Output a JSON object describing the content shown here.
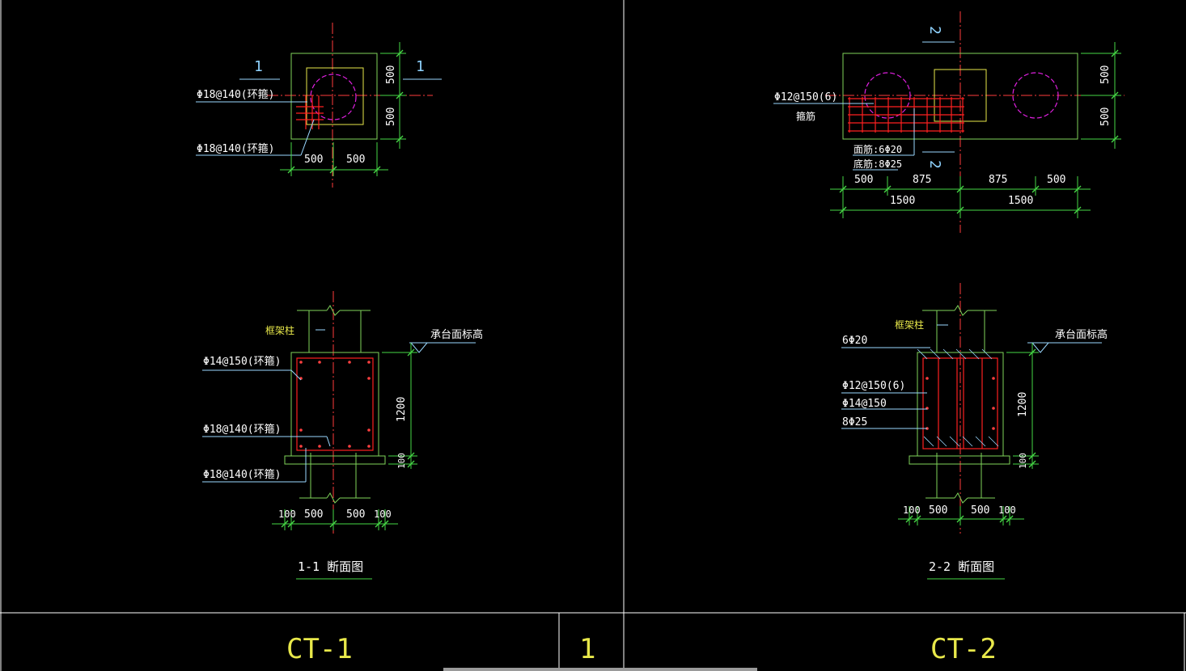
{
  "left_drawing": {
    "plan": {
      "section_mark_left": "1",
      "section_mark_right": "1",
      "rebar_label_1": "Φ18@140(环箍)",
      "rebar_label_2": "Φ18@140(环箍)",
      "dim_x_left": "500",
      "dim_x_right": "500",
      "dim_y_top": "500",
      "dim_y_bottom": "500"
    },
    "section": {
      "column_label": "框架柱",
      "elevation_label": "承台面标高",
      "rebar_label_1": "Φ14@150(环箍)",
      "rebar_label_2": "Φ18@140(环箍)",
      "rebar_label_3": "Φ18@140(环箍)",
      "dim_height": "1200",
      "dim_cushion": "100",
      "dim_bottom": [
        "100",
        "500",
        "500",
        "100"
      ],
      "title": "1-1 断面图"
    }
  },
  "right_drawing": {
    "plan": {
      "section_mark_top": "2",
      "section_mark_bottom": "2",
      "rebar_label_1": "Φ12@150(6)",
      "rebar_label_1b": "箍筋",
      "top_bars": "面筋:6Φ20",
      "bottom_bars": "底筋:8Φ25",
      "dim_row1": [
        "500",
        "875",
        "875",
        "500"
      ],
      "dim_row2": [
        "1500",
        "1500"
      ],
      "dim_y_top": "500",
      "dim_y_bottom": "500"
    },
    "section": {
      "column_label": "框架柱",
      "elevation_label": "承台面标高",
      "label_1": "6Φ20",
      "label_2": "Φ12@150(6)",
      "label_3": "Φ14@150",
      "label_4": "8Φ25",
      "dim_height": "1200",
      "dim_cushion": "100",
      "dim_bottom": [
        "100",
        "500",
        "500",
        "100"
      ],
      "title": "2-2 断面图"
    }
  },
  "title_block": {
    "left_name": "CT-1",
    "number": "1",
    "right_name": "CT-2"
  }
}
